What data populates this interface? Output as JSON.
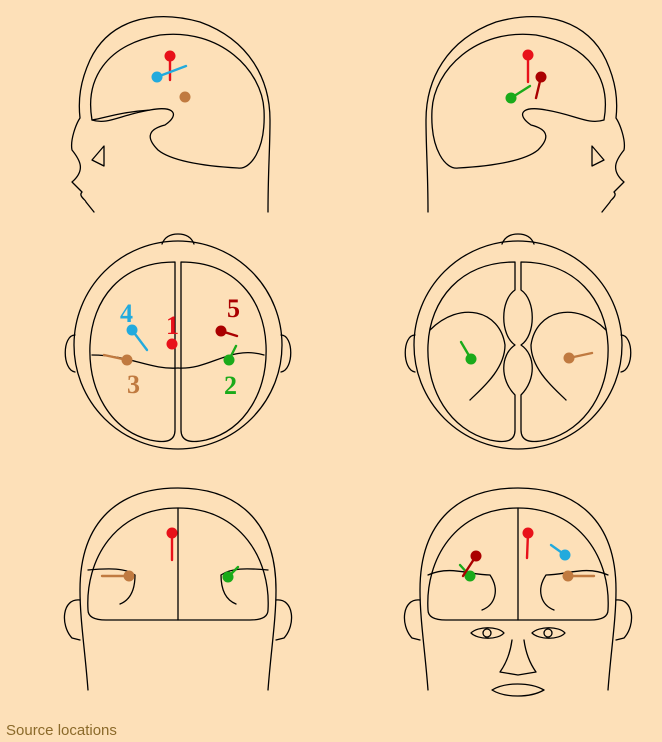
{
  "caption": "Source locations",
  "colors": {
    "background": "#fde0b8",
    "outline": "#000000",
    "source1": "#e8111a",
    "source2": "#1aaa1a",
    "source3": "#c07a40",
    "source4": "#22aadd",
    "source5": "#aa0000",
    "caption": "#8b6a2a"
  },
  "sources": [
    {
      "id": "1",
      "label": "1",
      "color_key": "source1"
    },
    {
      "id": "2",
      "label": "2",
      "color_key": "source2"
    },
    {
      "id": "3",
      "label": "3",
      "color_key": "source3"
    },
    {
      "id": "4",
      "label": "4",
      "color_key": "source4"
    },
    {
      "id": "5",
      "label": "5",
      "color_key": "source5"
    }
  ],
  "views": [
    {
      "id": "left-lateral",
      "shown_sources": [
        "1",
        "3",
        "4"
      ]
    },
    {
      "id": "right-lateral",
      "shown_sources": [
        "1",
        "2",
        "5"
      ]
    },
    {
      "id": "top",
      "shown_sources": [
        "1",
        "2",
        "3",
        "4",
        "5"
      ]
    },
    {
      "id": "bottom",
      "shown_sources": [
        "2",
        "3"
      ]
    },
    {
      "id": "back",
      "shown_sources": [
        "1",
        "2",
        "3"
      ]
    },
    {
      "id": "front",
      "shown_sources": [
        "1",
        "2",
        "3",
        "4",
        "5"
      ]
    }
  ]
}
